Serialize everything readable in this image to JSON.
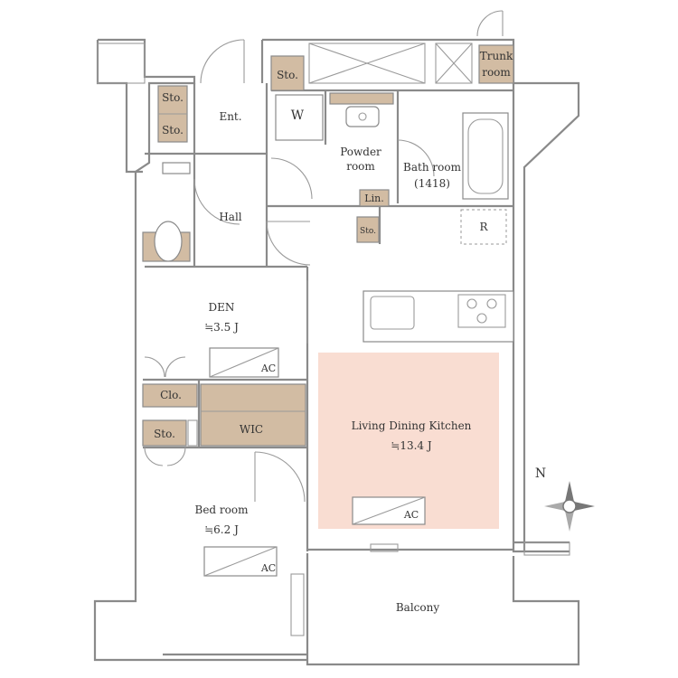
{
  "rooms": {
    "entrance": "Ent.",
    "hall": "Hall",
    "powder_room": "Powder",
    "powder_room_2": "room",
    "bath_room": "Bath room",
    "bath_code": "(1418)",
    "den_name": "DEN",
    "den_area": "≒3.5 J",
    "wic": "WIC",
    "bed_room_name": "Bed room",
    "bed_room_area": "≒6.2 J",
    "ldk_name": "Living Dining Kitchen",
    "ldk_area": "≒13.4 J",
    "balcony": "Balcony"
  },
  "storage": {
    "sto": "Sto.",
    "trunk_1": "Trunk",
    "trunk_2": "room",
    "lin": "Lin.",
    "clo": "Clo.",
    "washer": "W",
    "fridge": "R"
  },
  "ac_label": "AC",
  "compass_label": "N",
  "colors": {
    "wall": "#8a8a8a",
    "storage_fill": "#d2bca3",
    "ldk_highlight": "#f9ddd2"
  }
}
